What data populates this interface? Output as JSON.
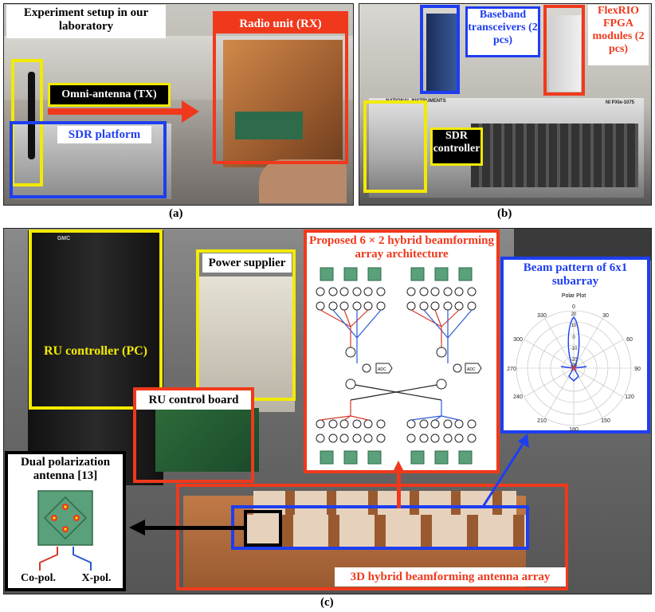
{
  "panel_a": {
    "title": "Experiment setup in our laboratory",
    "radio_unit": "Radio unit (RX)",
    "omni_antenna": "Omni-antenna (TX)",
    "sdr_platform": "SDR platform",
    "caption": "(a)"
  },
  "panel_b": {
    "baseband": "Baseband transceivers (2 pcs)",
    "flexrio": "FlexRIO FPGA modules (2 pcs)",
    "sdr_controller": "SDR controller",
    "ni_brand": "NATIONAL INSTRUMENTS",
    "chassis_model": "NI PXIe-1075",
    "caption": "(b)"
  },
  "panel_c": {
    "ru_controller": "RU controller (PC)",
    "power_supplier": "Power supplier",
    "architecture_title": "Proposed 6 × 2 hybrid beamforming array architecture",
    "beam_pattern_title": "Beam pattern of 6x1 subarray",
    "ru_control_board": "RU control board",
    "dual_polarization": "Dual polarization antenna [13]",
    "co_pol": "Co-pol.",
    "x_pol": "X-pol.",
    "antenna_array": "3D hybrid beamforming antenna array",
    "caption": "(c)",
    "pc_brand": "GMC",
    "adc_label": "ADC"
  },
  "polar_plot": {
    "title": "Polar Plot",
    "angle_labels": [
      "0",
      "30",
      "60",
      "90",
      "120",
      "150",
      "180",
      "210",
      "240",
      "270",
      "300",
      "330"
    ],
    "radial_labels": [
      "20",
      "10",
      "0",
      "-10",
      "-20",
      "-30"
    ]
  },
  "colors": {
    "yellow": "#f2ea00",
    "red": "#f0391c",
    "blue": "#1e3ef0",
    "black": "#000000"
  }
}
